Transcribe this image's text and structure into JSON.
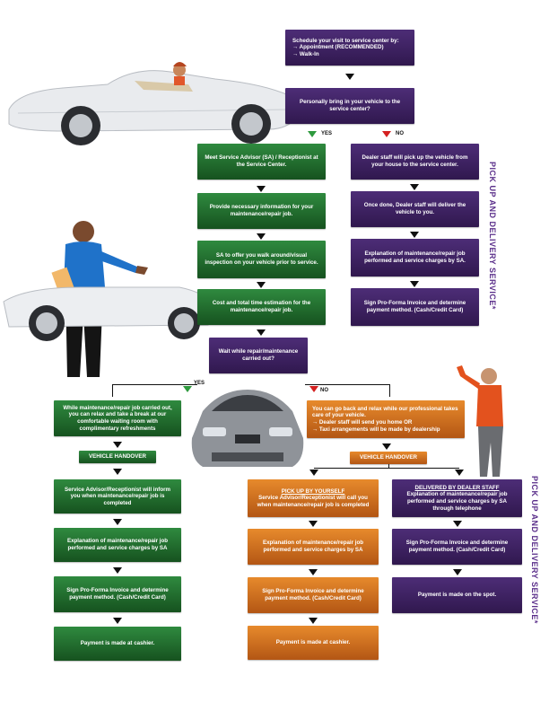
{
  "top": {
    "schedule": {
      "title": "Schedule your visit to service center by:",
      "opt1": "→  Appointment (RECOMMENDED)",
      "opt2": "→  Walk-In"
    },
    "personally": "Personally bring in your vehicle to the service center?",
    "yes": "YES",
    "no": "NO"
  },
  "yes_path": [
    "Meet Service Advisor (SA) / Receptionist at the Service Center.",
    "Provide necessary information for your maintenance/repair job.",
    "SA to offer you walk around/visual inspection on your vehicle prior to service.",
    "Cost and total time estimation for the maintenance/repair job."
  ],
  "pickup_path": [
    "Dealer staff will pick up the vehicle from your house to the service center.",
    "Once done, Dealer staff will deliver the vehicle to you.",
    "Explanation of maintenance/repair job performed and service charges by SA.",
    "Sign Pro-Forma Invoice and determine payment method. (Cash/Credit Card)"
  ],
  "side_label": "PICK UP AND DELIVERY SERVICE*",
  "wait": {
    "question": "Wait while repair/maintenance carried out?",
    "yes": "YES",
    "no": "NO"
  },
  "wait_yes": {
    "intro": "While maintenance/repair job carried out, you can relax and take a break at our comfortable waiting room with complimentary refreshments",
    "handover": "VEHICLE HANDOVER",
    "steps": [
      "Service Advisor/Receptionist will inform you when maintenance/repair job is completed",
      "Explanation of maintenance/repair job performed and service charges by SA",
      "Sign Pro-Forma Invoice and determine payment method. (Cash/Credit Card)",
      "Payment is made at cashier."
    ]
  },
  "wait_no": {
    "intro_title": "You can go back and relax while our professional takes care of your vehicle.",
    "intro_opt1": "→ Dealer staff will send you home OR",
    "intro_opt2": "→ Taxi arrangements will be made by dealership",
    "handover": "VEHICLE HANDOVER",
    "self": {
      "heading": "PICK UP BY YOURSELF",
      "steps": [
        "Service Advisor/Receptionist will call you when maintenance/repair job is completed",
        "Explanation of maintenance/repair job performed and service charges by SA",
        "Sign Pro-Forma Invoice and determine payment method. (Cash/Credit Card)",
        "Payment is made at cashier."
      ]
    },
    "delivered": {
      "heading": "DELIVERED BY DEALER STAFF",
      "steps": [
        "Explanation of maintenance/repair job performed and service charges by SA through telephone",
        "Sign Pro-Forma Invoice and determine payment method. (Cash/Credit Card)",
        "Payment is made on the spot."
      ]
    }
  },
  "colors": {
    "purple": "#3d2263",
    "green": "#236b30",
    "orange": "#d1701f",
    "side_text": "#5a2e8a"
  }
}
